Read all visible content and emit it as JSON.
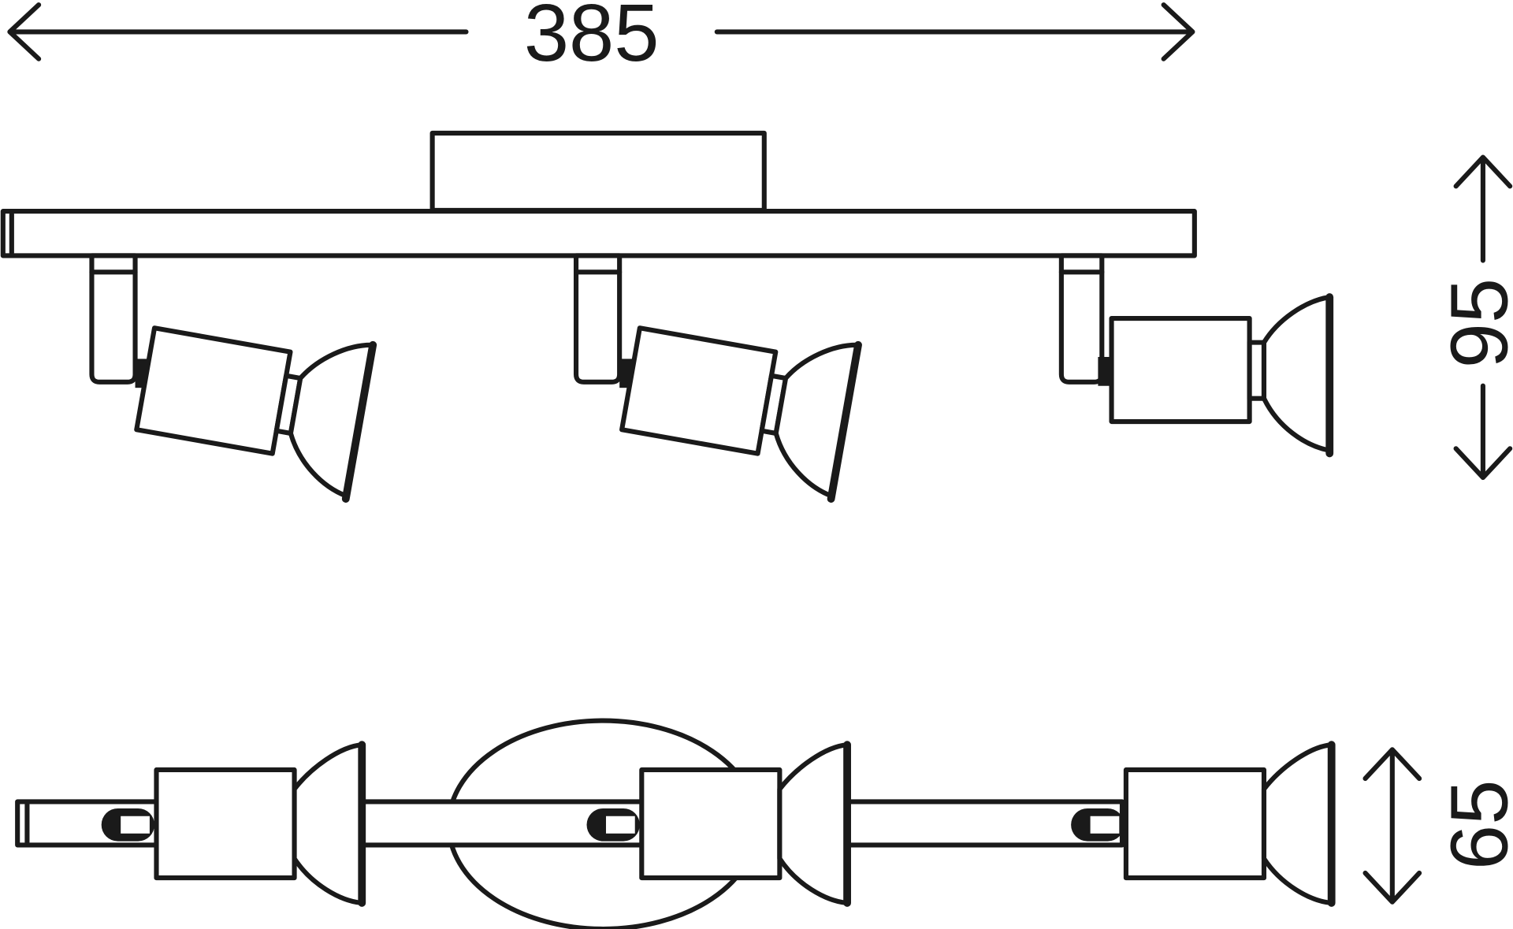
{
  "drawing": {
    "width_dimension": "385",
    "height_dimension": "95",
    "depth_dimension": "65",
    "line_color": "#1a1a1a",
    "background_color": "#ffffff"
  }
}
